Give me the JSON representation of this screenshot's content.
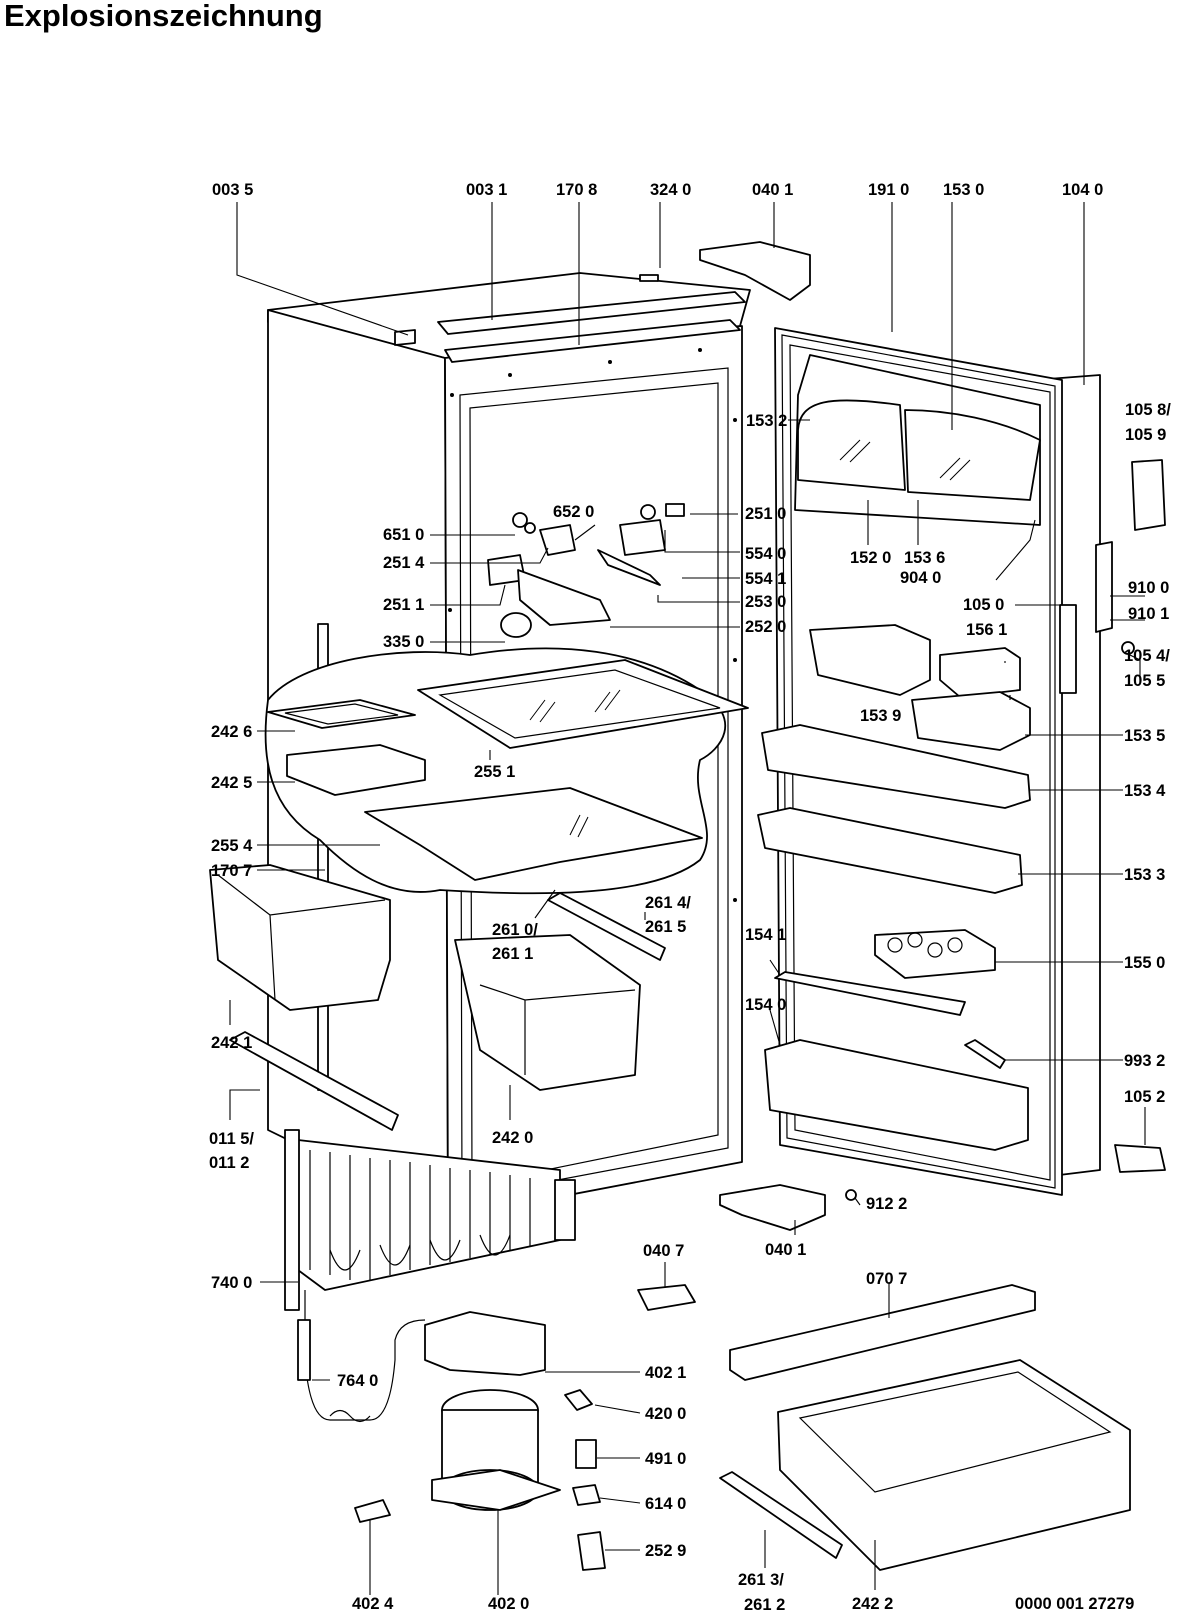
{
  "title": "Explosionszeichnung",
  "drawing_number": "0000 001 27279",
  "labels": {
    "p0035": "003 5",
    "p0031": "003 1",
    "p1708": "170 8",
    "p3240": "324 0",
    "p0401t": "040 1",
    "p1910": "191 0",
    "p1530": "153 0",
    "p1040": "104 0",
    "p1058": "105 8/",
    "p1059": "105 9",
    "p1532": "153 2",
    "p2510": "251 0",
    "p6520": "652 0",
    "p6510": "651 0",
    "p5540": "554 0",
    "p1520": "152 0",
    "p1536": "153 6",
    "p2514": "251 4",
    "p5541": "554 1",
    "p9040": "904 0",
    "p2511": "251 1",
    "p2530": "253 0",
    "p1050": "105 0",
    "p9100": "910 0",
    "p2520": "252 0",
    "p9101": "910 1",
    "p1561": "156 1",
    "p3350": "335 0",
    "p1054": "105 4/",
    "p1055": "105 5",
    "p1539": "153 9",
    "p2426": "242 6",
    "p1535": "153 5",
    "p2425": "242 5",
    "p2551": "255 1",
    "p1534": "153 4",
    "p2554": "255 4",
    "p1707": "170 7",
    "p1533": "153 3",
    "p2614": "261 4/",
    "p2615": "261 5",
    "p2610": "261 0/",
    "p2611": "261 1",
    "p1541": "154 1",
    "p1550": "155 0",
    "p1540": "154 0",
    "p2421": "242 1",
    "p9932": "993 2",
    "p1052": "105 2",
    "p0115": "011 5/",
    "p0112": "011 2",
    "p2420": "242 0",
    "p9122": "912 2",
    "p0401b": "040 1",
    "p0407": "040 7",
    "p0707": "070 7",
    "p7400": "740 0",
    "p4021": "402 1",
    "p7640": "764 0",
    "p4200": "420 0",
    "p4910": "491 0",
    "p6140": "614 0",
    "p2529": "252 9",
    "p2613": "261 3/",
    "p2612": "261 2",
    "p4024": "402 4",
    "p4020": "402 0",
    "p2422": "242 2"
  }
}
